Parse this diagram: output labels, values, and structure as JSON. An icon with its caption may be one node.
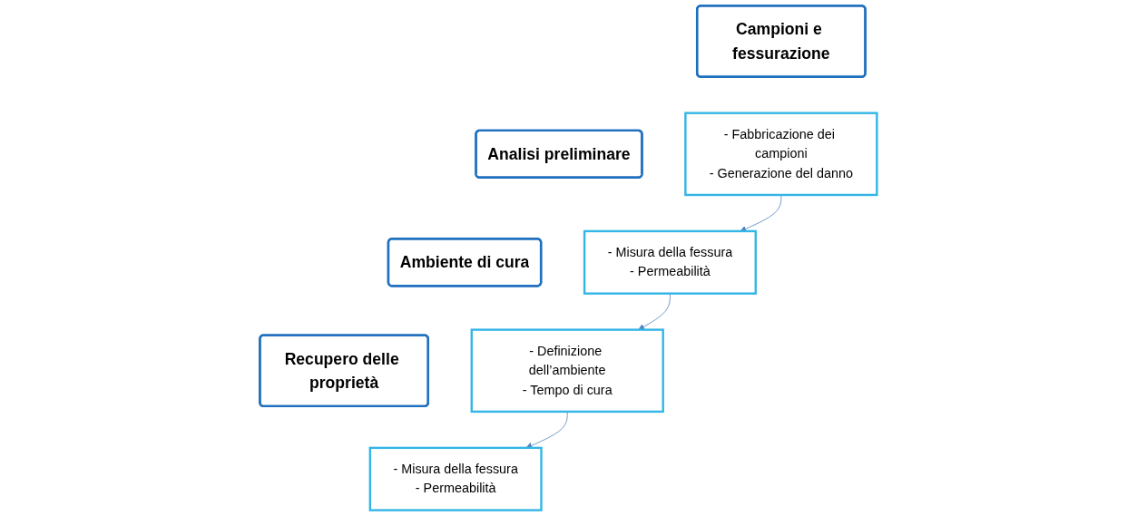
{
  "diagram": {
    "nodes": [
      {
        "text": [
          "Campioni e fessurazione"
        ]
      },
      {
        "text": [
          "- Fabbricazione dei campioni",
          "- Generazione del danno"
        ]
      },
      {
        "text": [
          "Analisi preliminare"
        ]
      },
      {
        "text": [
          "- Misura della fessura",
          "- Permeabilità"
        ]
      },
      {
        "text": [
          "Recupero delle proprietà"
        ]
      },
      {
        "text": [
          "- Misura della fessura",
          "- Permeabilità"
        ]
      },
      {
        "text": [
          "Ambiente di cura"
        ]
      },
      {
        "text": [
          "- Definizione dell’ambiente",
          "- Tempo di cura"
        ]
      }
    ],
    "edges": [
      {
        "from": 1,
        "to": 3,
        "arrow": "to"
      },
      {
        "from": 3,
        "to": 7,
        "arrow": "to"
      },
      {
        "from": 7,
        "to": 5,
        "arrow": "to"
      }
    ]
  }
}
